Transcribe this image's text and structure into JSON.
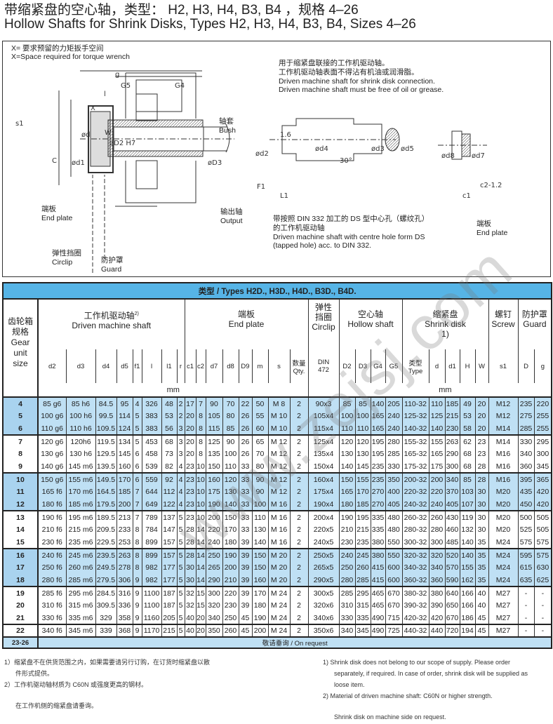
{
  "title": {
    "cn": "带缩紧盘的空心轴，类型：  H2, H3, H4, B3, B4 ，规格 4–26",
    "en": "Hollow Shafts for Shrink Disks, Types H2, H3, H4, B3, B4, Sizes 4–26"
  },
  "diagram": {
    "x_note_cn": "X= 要求预留的力矩扳手空间",
    "x_note_en": "X=Space required for torque wrench",
    "bush_cn": "轴套",
    "bush_en": "Bush",
    "endplate_cn": "端板",
    "endplate_en": "End plate",
    "output_cn": "输出轴",
    "output_en": "Output",
    "circlip_cn": "弹性挡圈",
    "circlip_en": "Circlip",
    "guard_cn": "防护罩",
    "guard_en": "Guard",
    "shaft_note_cn1": "用于缩紧盘联接的工作机驱动轴。",
    "shaft_note_cn2": "工作机驱动轴表面不得沾有机油或润滑脂。",
    "shaft_note_en1": "Driven machine shaft for shrink disk connection.",
    "shaft_note_en2": "Driven machine shaft must be free of oil or grease.",
    "din_note_cn1": "带按照 DIN 332 加工的 DS 型中心孔（螺纹孔）",
    "din_note_cn2": "的工作机驱动轴",
    "din_note_en1": "Driven machine shaft with centre hole form DS",
    "din_note_en2": "(tapped hole) acc. to DIN 332.",
    "endplate2_cn": "端板",
    "endplate2_en": "End plate",
    "dims": {
      "g": "g",
      "G5": "G5",
      "G4": "G4",
      "l": "l",
      "x": "X",
      "W": "W",
      "s1": "s1",
      "C": "C",
      "d1": "ød1",
      "d": "ød",
      "D2": "øD2 H7",
      "D3": "øD3",
      "F1": "F1",
      "d2": "ød2",
      "d4": "ød4",
      "d3": "ød3",
      "d5": "ød5",
      "L1": "L1",
      "d8": "ød8",
      "d7": "ød7",
      "c1": "c1",
      "c2": "c2-1.2",
      "r16": "1.6",
      "r30": "30°"
    }
  },
  "watermark": "www.zejsj.com",
  "table": {
    "band": "类型 / Types H2D., H3D., H4D., B3D., B4D.",
    "gear_unit": [
      "齿轮箱",
      "规格",
      "Gear",
      "unit",
      "size"
    ],
    "groups": {
      "driven_cn": "工作机驱动轴",
      "driven_sup": "2)",
      "driven_en": "Driven machine shaft",
      "endplate_cn": "端板",
      "endplate_en": "End plate",
      "circlip_cn1": "弹性",
      "circlip_cn2": "挡圈",
      "circlip_en": "Circlip",
      "hollow_cn": "空心轴",
      "hollow_en": "Hollow shaft",
      "shrink_cn": "缩紧盘",
      "shrink_en": "Shrink disk",
      "shrink_note": "1)",
      "screw_cn": "螺钉",
      "screw_en": "Screw",
      "guard_cn": "防护罩",
      "guard_en": "Guard"
    },
    "columns": [
      "d2",
      "d3",
      "d4",
      "d5",
      "f1",
      "l",
      "l1",
      "r",
      "c1",
      "c2",
      "d7",
      "d8",
      "D9",
      "m",
      "s",
      "Qty.",
      "472",
      "D2",
      "D3",
      "G4",
      "G5",
      "Type",
      "d",
      "d1",
      "H",
      "W",
      "s1",
      "D",
      "g"
    ],
    "qty_cn": "数量",
    "din_label": "DIN",
    "type_cn": "类型",
    "unit": "mm",
    "rows": [
      [
        "4",
        "85 g6",
        "85 h6",
        "84.5",
        "95",
        "4",
        "326",
        "48",
        "2",
        "17",
        "7",
        "90",
        "70",
        "22",
        "50",
        "M 8",
        "2",
        "90x3",
        "85",
        "85",
        "140",
        "205",
        "110-32",
        "110",
        "185",
        "49",
        "20",
        "M12",
        "235",
        "220"
      ],
      [
        "5",
        "100 g6",
        "100 h6",
        "99.5",
        "114",
        "5",
        "383",
        "53",
        "2",
        "20",
        "8",
        "105",
        "80",
        "26",
        "55",
        "M 10",
        "2",
        "105x4",
        "100",
        "100",
        "165",
        "240",
        "125-32",
        "125",
        "215",
        "53",
        "20",
        "M12",
        "275",
        "255"
      ],
      [
        "6",
        "110 g6",
        "110 h6",
        "109.5",
        "124",
        "5",
        "383",
        "56",
        "3",
        "20",
        "8",
        "115",
        "85",
        "26",
        "60",
        "M 10",
        "2",
        "115x4",
        "110",
        "110",
        "165",
        "240",
        "140-32",
        "140",
        "230",
        "58",
        "20",
        "M14",
        "285",
        "255"
      ],
      [
        "7",
        "120 g6",
        "120h6",
        "119.5",
        "134",
        "5",
        "453",
        "68",
        "3",
        "20",
        "8",
        "125",
        "90",
        "26",
        "65",
        "M 12",
        "2",
        "125x4",
        "120",
        "120",
        "195",
        "280",
        "155-32",
        "155",
        "263",
        "62",
        "23",
        "M14",
        "330",
        "295"
      ],
      [
        "8",
        "130 g6",
        "130 h6",
        "129.5",
        "145",
        "6",
        "458",
        "73",
        "3",
        "20",
        "8",
        "135",
        "100",
        "26",
        "70",
        "M 12",
        "2",
        "135x4",
        "130",
        "130",
        "195",
        "285",
        "165-32",
        "165",
        "290",
        "68",
        "23",
        "M16",
        "340",
        "300"
      ],
      [
        "9",
        "140 g6",
        "145 m6",
        "139.5",
        "160",
        "6",
        "539",
        "82",
        "4",
        "23",
        "10",
        "150",
        "110",
        "33",
        "80",
        "M 12",
        "2",
        "150x4",
        "140",
        "145",
        "235",
        "330",
        "175-32",
        "175",
        "300",
        "68",
        "28",
        "M16",
        "360",
        "345"
      ],
      [
        "10",
        "150 g6",
        "155 m6",
        "149.5",
        "170",
        "6",
        "559",
        "92",
        "4",
        "23",
        "10",
        "160",
        "120",
        "33",
        "90",
        "M 12",
        "2",
        "160x4",
        "150",
        "155",
        "235",
        "350",
        "200-32",
        "200",
        "340",
        "85",
        "28",
        "M16",
        "395",
        "365"
      ],
      [
        "11",
        "165 f6",
        "170 m6",
        "164.5",
        "185",
        "7",
        "644",
        "112",
        "4",
        "23",
        "10",
        "175",
        "130",
        "33",
        "90",
        "M 12",
        "2",
        "175x4",
        "165",
        "170",
        "270",
        "400",
        "220-32",
        "220",
        "370",
        "103",
        "30",
        "M20",
        "435",
        "420"
      ],
      [
        "12",
        "180 f6",
        "185 m6",
        "179.5",
        "200",
        "7",
        "649",
        "122",
        "4",
        "23",
        "10",
        "190",
        "140",
        "33",
        "100",
        "M 16",
        "2",
        "190x4",
        "180",
        "185",
        "270",
        "405",
        "240-32",
        "240",
        "405",
        "107",
        "30",
        "M20",
        "450",
        "420"
      ],
      [
        "13",
        "190 f6",
        "195 m6",
        "189.5",
        "213",
        "7",
        "789",
        "137",
        "5",
        "23",
        "10",
        "200",
        "150",
        "33",
        "110",
        "M 16",
        "2",
        "200x4",
        "190",
        "195",
        "335",
        "480",
        "260-32",
        "260",
        "430",
        "119",
        "30",
        "M20",
        "500",
        "505"
      ],
      [
        "14",
        "210 f6",
        "215 m6",
        "209.5",
        "233",
        "8",
        "784",
        "147",
        "5",
        "28",
        "14",
        "220",
        "170",
        "33",
        "130",
        "M 16",
        "2",
        "220x5",
        "210",
        "215",
        "335",
        "480",
        "280-32",
        "280",
        "460",
        "132",
        "30",
        "M20",
        "525",
        "505"
      ],
      [
        "15",
        "230 f6",
        "235 m6",
        "229.5",
        "253",
        "8",
        "899",
        "157",
        "5",
        "28",
        "14",
        "240",
        "180",
        "39",
        "140",
        "M 16",
        "2",
        "240x5",
        "230",
        "235",
        "380",
        "550",
        "300-32",
        "300",
        "485",
        "140",
        "35",
        "M24",
        "575",
        "575"
      ],
      [
        "16",
        "240 f6",
        "245 m6",
        "239.5",
        "263",
        "8",
        "899",
        "157",
        "5",
        "28",
        "14",
        "250",
        "190",
        "39",
        "150",
        "M 20",
        "2",
        "250x5",
        "240",
        "245",
        "380",
        "550",
        "320-32",
        "320",
        "520",
        "140",
        "35",
        "M24",
        "595",
        "575"
      ],
      [
        "17",
        "250 f6",
        "260 m6",
        "249.5",
        "278",
        "8",
        "982",
        "177",
        "5",
        "30",
        "14",
        "265",
        "200",
        "39",
        "150",
        "M 20",
        "2",
        "265x5",
        "250",
        "260",
        "415",
        "600",
        "340-32",
        "340",
        "570",
        "155",
        "35",
        "M24",
        "615",
        "630"
      ],
      [
        "18",
        "280 f6",
        "285 m6",
        "279.5",
        "306",
        "9",
        "982",
        "177",
        "5",
        "30",
        "14",
        "290",
        "210",
        "39",
        "160",
        "M 20",
        "2",
        "290x5",
        "280",
        "285",
        "415",
        "600",
        "360-32",
        "360",
        "590",
        "162",
        "35",
        "M24",
        "635",
        "625"
      ],
      [
        "19",
        "285 f6",
        "295 m6",
        "284.5",
        "316",
        "9",
        "1100",
        "187",
        "5",
        "32",
        "15",
        "300",
        "220",
        "39",
        "170",
        "M 24",
        "2",
        "300x5",
        "285",
        "295",
        "465",
        "670",
        "380-32",
        "380",
        "640",
        "166",
        "40",
        "M27",
        "-",
        "-"
      ],
      [
        "20",
        "310 f6",
        "315 m6",
        "309.5",
        "336",
        "9",
        "1100",
        "187",
        "5",
        "32",
        "15",
        "320",
        "230",
        "39",
        "180",
        "M 24",
        "2",
        "320x6",
        "310",
        "315",
        "465",
        "670",
        "390-32",
        "390",
        "650",
        "166",
        "40",
        "M27",
        "-",
        "-"
      ],
      [
        "21",
        "330 f6",
        "335 m6",
        "329",
        "358",
        "9",
        "1160",
        "205",
        "5",
        "40",
        "20",
        "340",
        "250",
        "45",
        "190",
        "M 24",
        "2",
        "340x6",
        "330",
        "335",
        "490",
        "715",
        "420-32",
        "420",
        "670",
        "186",
        "45",
        "M27",
        "-",
        "-"
      ],
      [
        "22",
        "340 f6",
        "345 m6",
        "339",
        "368",
        "9",
        "1170",
        "215",
        "5",
        "40",
        "20",
        "350",
        "260",
        "45",
        "200",
        "M 24",
        "2",
        "350x6",
        "340",
        "345",
        "490",
        "725",
        "440-32",
        "440",
        "720",
        "194",
        "45",
        "M27",
        "-",
        "-"
      ]
    ],
    "request_row": {
      "size": "23-26",
      "text": "敬请垂询 / On request"
    }
  },
  "notes": {
    "cn1a": "1）缩紧盘不在供货范围之内，如果需要请另行订购，在订货时缩紧盘以散",
    "cn1b": "件形式提供。",
    "cn2": "2）工作机驱动轴材质为 C60N 或强度更高的钢材。",
    "cn3": "在工作机侧的缩紧盘请垂询。",
    "en1a": "1)   Shrink disk does not belong to our scope of supply. Please order",
    "en1b": "separately, if required. In case of order, shrink disk will be supplied as",
    "en1c": "loose item.",
    "en2": "2)   Material of driven machine shaft: C60N or higher strength.",
    "en3": "Shrink disk on machine side on request."
  }
}
